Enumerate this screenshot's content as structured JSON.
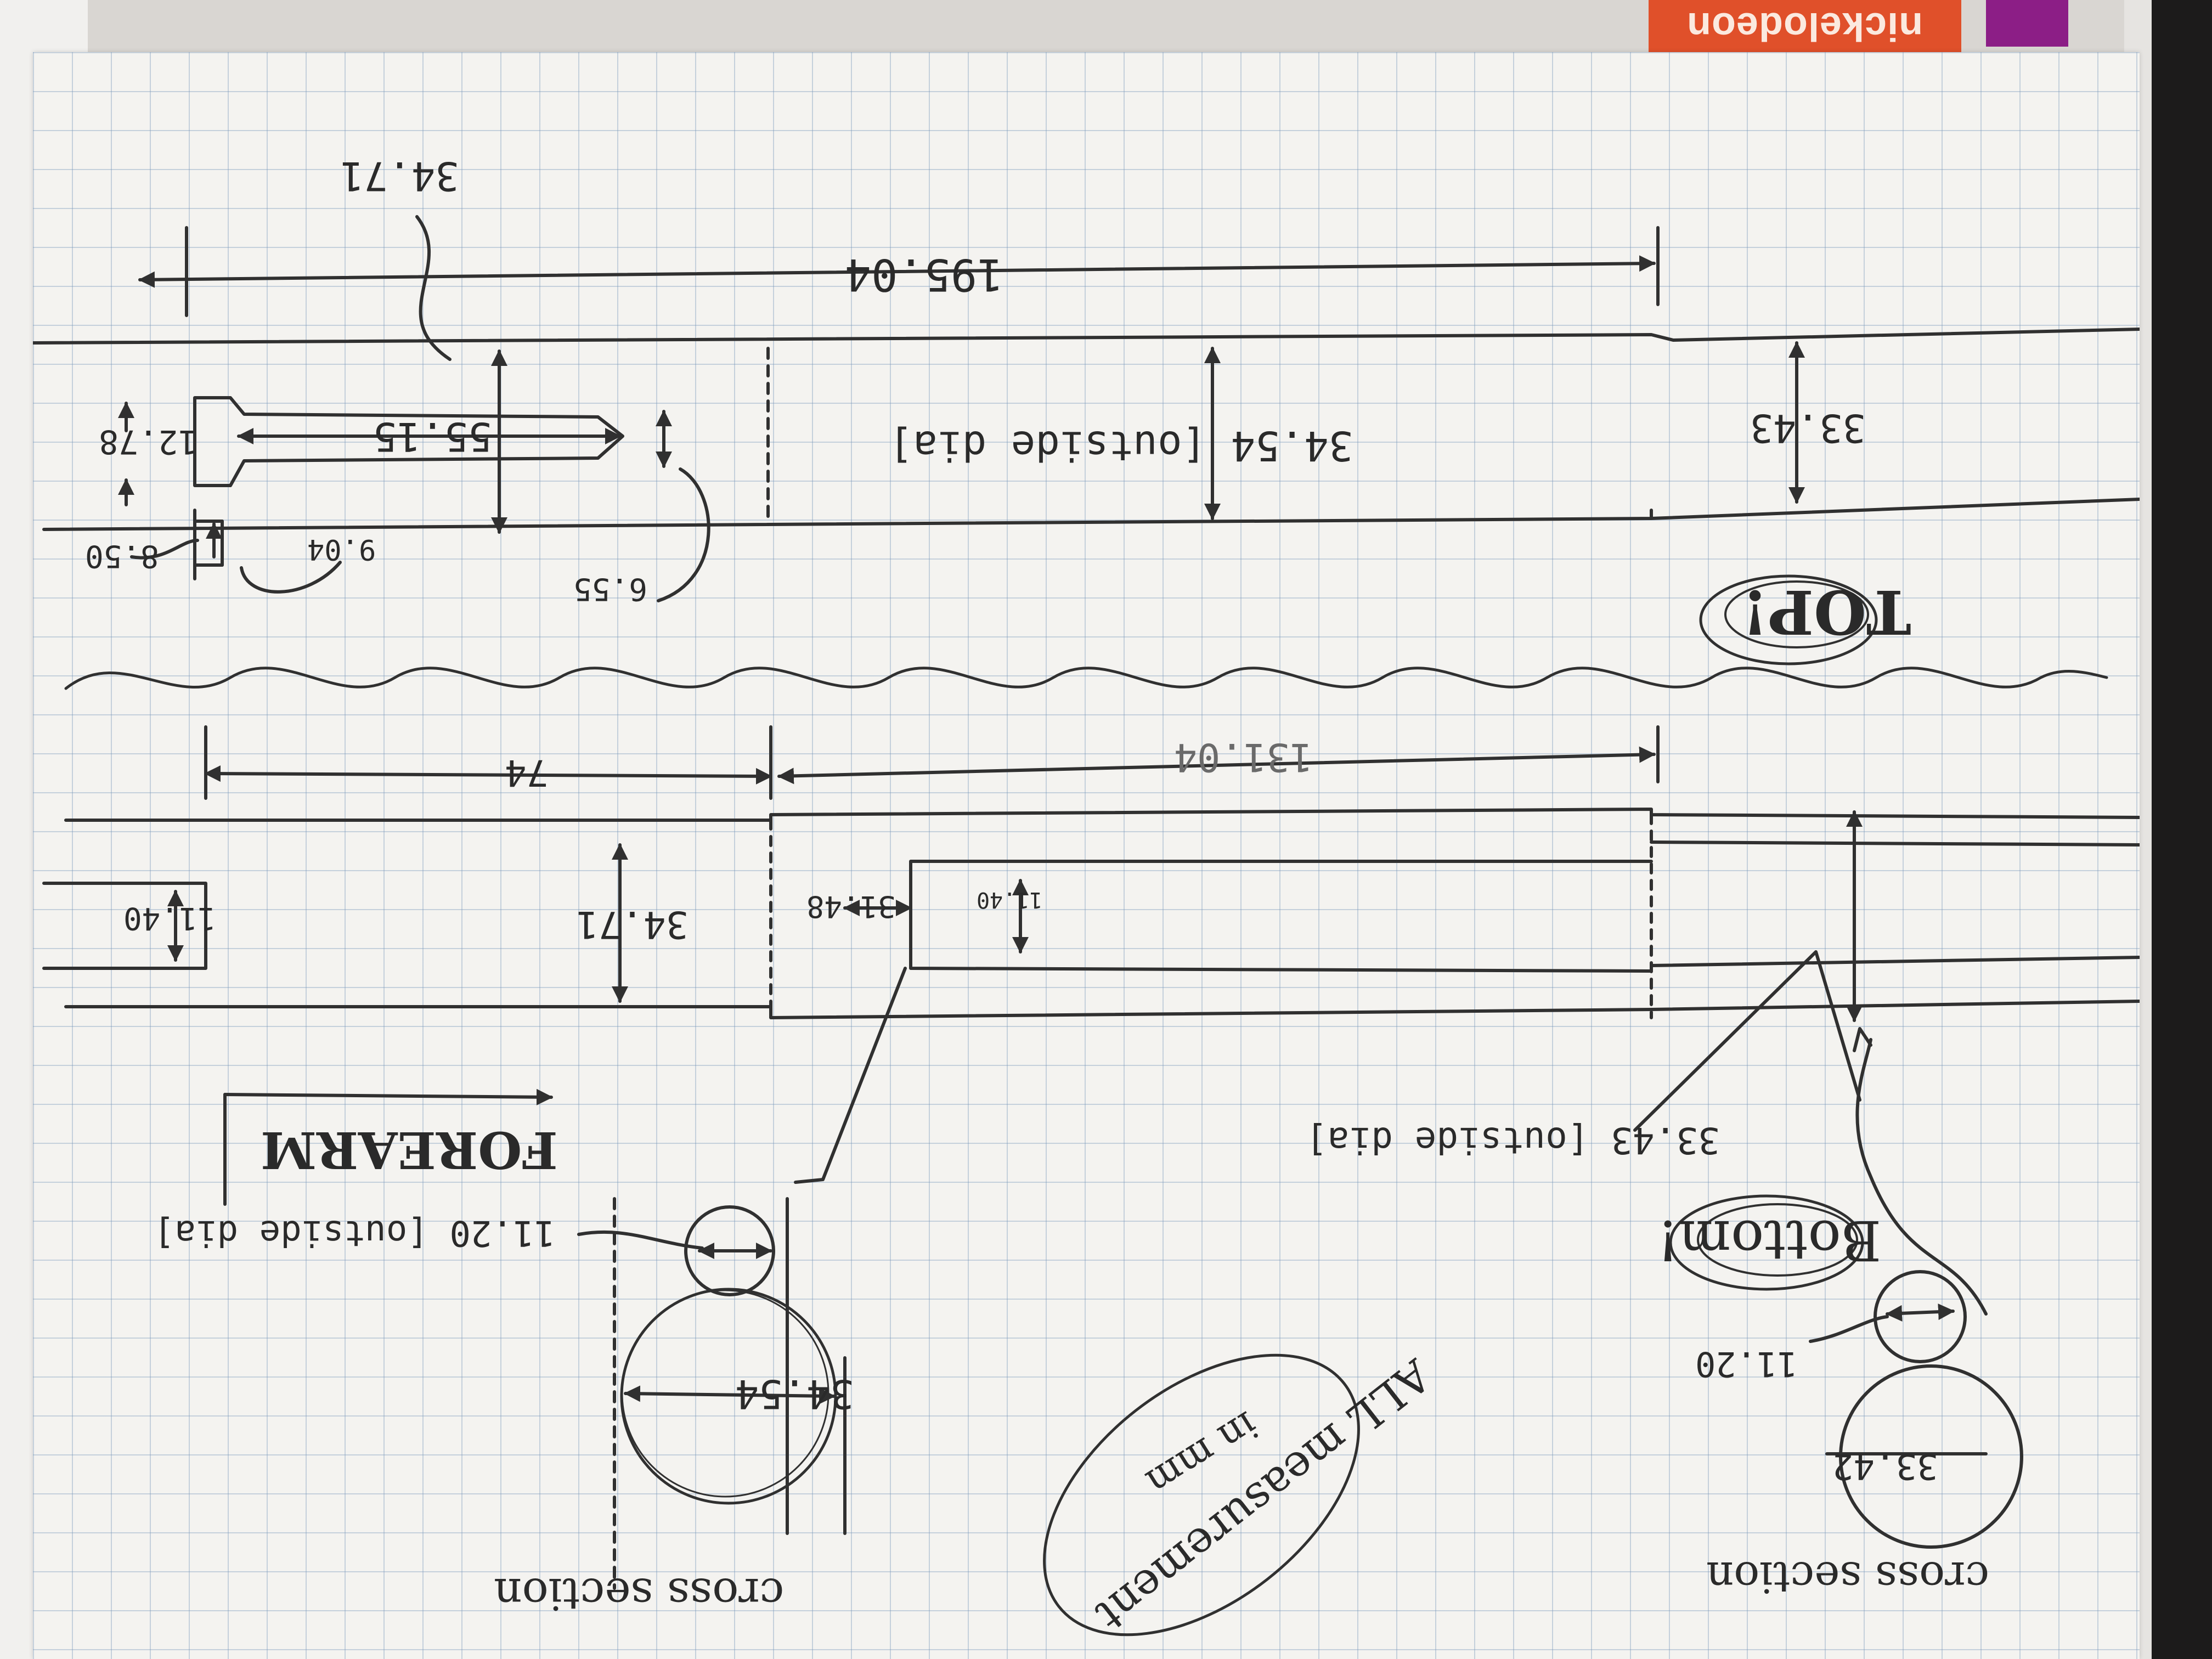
{
  "logo": {
    "text": "nickelodeon",
    "color": "#e0502a"
  },
  "colors": {
    "paper": "#f4f3f0",
    "grid": "#7896b9",
    "ink": "#2a2a2a"
  },
  "top_section": {
    "note": "TOP!",
    "overall_length": "195.04",
    "wall_callout": "34.71",
    "slot_length": "55.15",
    "slot_height": "12.78",
    "tab_height": "8.50",
    "tab_width": "9.04",
    "slot_end_height": "6.55",
    "upper_diameter": "34.54 [outside dia]",
    "lower_diameter": "33.43"
  },
  "bottom_section": {
    "note": "Bottom!",
    "length_left": "74",
    "length_right": "131.04",
    "inner_height": "34.71",
    "side_height": "11.40",
    "slot_offset": "31.48",
    "slot_height": "11.40",
    "small_tube_callout": "33.43 [outside dia]"
  },
  "forearm": {
    "label": "FOREARM"
  },
  "cross_section_left": {
    "label": "cross section",
    "small_diameter": "11.20 [outside dia]",
    "large_diameter": "34.54"
  },
  "cross_section_right": {
    "label": "cross section",
    "small_diameter": "11.20",
    "large_diameter": "33.42"
  },
  "units_note": {
    "line1": "ALL measurement",
    "line2": "in mm"
  }
}
